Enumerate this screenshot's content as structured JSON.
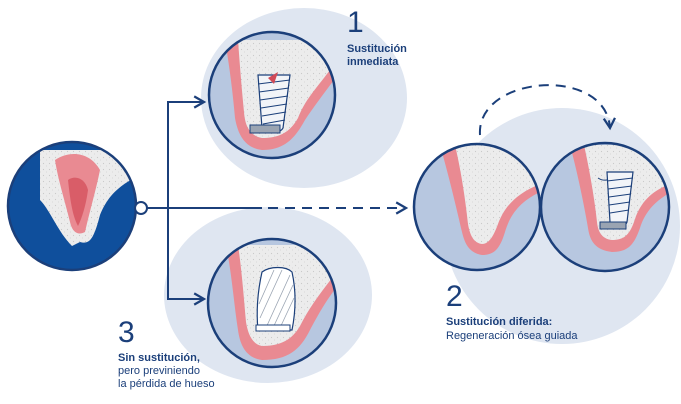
{
  "options": [
    {
      "number": "1",
      "title_line1": "Sustitución",
      "title_line2": "inmediata"
    },
    {
      "number": "2",
      "title": "Sustitución diferida:",
      "subtitle": "Regeneración ósea guiada"
    },
    {
      "number": "3",
      "title": "Sin sustitución,",
      "subtitle_line1": "pero previniendo",
      "subtitle_line2": "la pérdida de hueso"
    }
  ],
  "colors": {
    "navy": "#1b3f7a",
    "bone": "#ececec",
    "gum": "#e98a92",
    "gum_dark": "#d14a57",
    "bg_light": "#dfe6f1",
    "bg_mid": "#b7c7e0",
    "socket_blue": "#0f4f9c",
    "implant": "#9aa4b2"
  },
  "icons": [
    "tooth-extraction-icon",
    "implant-icon",
    "bone-graft-icon",
    "healed-ridge-icon",
    "delayed-implant-icon"
  ]
}
